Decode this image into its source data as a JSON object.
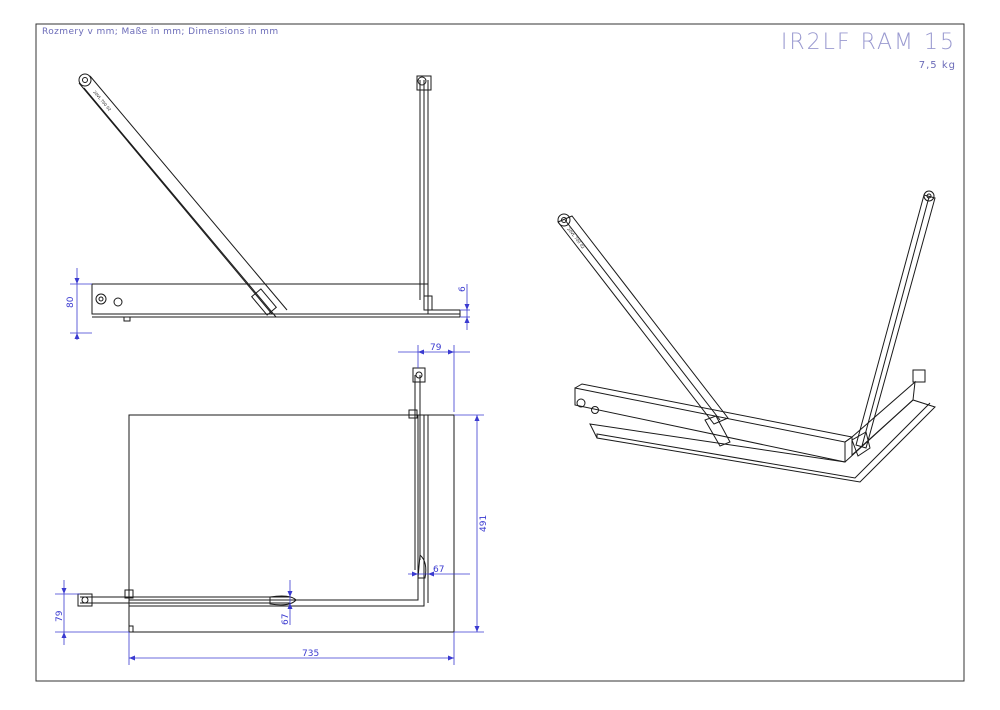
{
  "header": {
    "units_note": "Rozmery v mm; Maße in mm; Dimensions in mm",
    "title": "IR2LF RAM 15",
    "weight": "7,5 kg"
  },
  "dimensions": {
    "side_height": "80",
    "side_plate": "6",
    "top_width": "79",
    "vertical_height": "491",
    "corner_offset_right": "67",
    "corner_offset_bottom": "67",
    "left_height": "79",
    "total_length": "735"
  },
  "arm_marking": "20VL 700 02",
  "colors": {
    "line": "#1a1a1a",
    "dimension": "#3a3ad0",
    "frame": "#333333"
  }
}
